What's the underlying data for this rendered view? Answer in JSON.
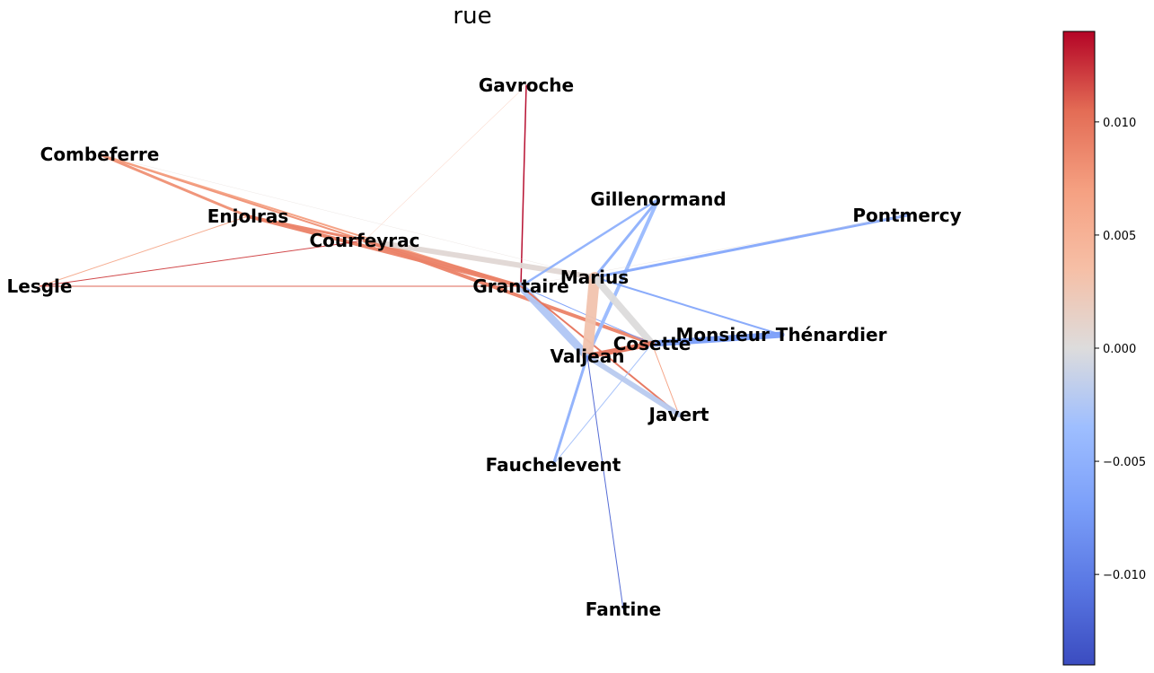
{
  "title": "rue",
  "colorbar": {
    "min": -0.014,
    "max": 0.014,
    "colormap": "coolwarm",
    "ticks": [
      {
        "value": 0.01,
        "label": "0.010"
      },
      {
        "value": 0.005,
        "label": "0.005"
      },
      {
        "value": 0.0,
        "label": "0.000"
      },
      {
        "value": -0.005,
        "label": "−0.005"
      },
      {
        "value": -0.01,
        "label": "−0.010"
      }
    ]
  },
  "nodes": [
    {
      "id": "Gavroche",
      "label": "Gavroche"
    },
    {
      "id": "Combeferre",
      "label": "Combeferre"
    },
    {
      "id": "Enjolras",
      "label": "Enjolras"
    },
    {
      "id": "Courfeyrac",
      "label": "Courfeyrac"
    },
    {
      "id": "Lesgle",
      "label": "Lesgle"
    },
    {
      "id": "Grantaire",
      "label": "Grantaire"
    },
    {
      "id": "Gillenormand",
      "label": "Gillenormand"
    },
    {
      "id": "Pontmercy",
      "label": "Pontmercy"
    },
    {
      "id": "Marius",
      "label": "Marius"
    },
    {
      "id": "MonsieurThenardier",
      "label": "Monsieur Thénardier"
    },
    {
      "id": "Cosette",
      "label": "Cosette"
    },
    {
      "id": "Valjean",
      "label": "Valjean"
    },
    {
      "id": "Javert",
      "label": "Javert"
    },
    {
      "id": "Fauchelevent",
      "label": "Fauchelevent"
    },
    {
      "id": "Fantine",
      "label": "Fantine"
    }
  ],
  "edges": [
    {
      "source": "Gavroche",
      "target": "Grantaire",
      "value": 0.014,
      "weight": 1.5
    },
    {
      "source": "Gavroche",
      "target": "Courfeyrac",
      "value": 0.007,
      "weight": 0.5
    },
    {
      "source": "Combeferre",
      "target": "Enjolras",
      "value": 0.008,
      "weight": 3.0
    },
    {
      "source": "Combeferre",
      "target": "Courfeyrac",
      "value": 0.008,
      "weight": 2.0
    },
    {
      "source": "Combeferre",
      "target": "Grantaire",
      "value": 0.007,
      "weight": 2.0
    },
    {
      "source": "Combeferre",
      "target": "Marius",
      "value": 0.0005,
      "weight": 0.5
    },
    {
      "source": "Enjolras",
      "target": "Courfeyrac",
      "value": 0.009,
      "weight": 3.0
    },
    {
      "source": "Enjolras",
      "target": "Grantaire",
      "value": 0.009,
      "weight": 4.0
    },
    {
      "source": "Enjolras",
      "target": "Lesgle",
      "value": 0.006,
      "weight": 1.0
    },
    {
      "source": "Courfeyrac",
      "target": "Lesgle",
      "value": 0.012,
      "weight": 1.0
    },
    {
      "source": "Courfeyrac",
      "target": "Grantaire",
      "value": 0.009,
      "weight": 4.0
    },
    {
      "source": "Courfeyrac",
      "target": "Marius",
      "value": 0.0005,
      "weight": 6.0
    },
    {
      "source": "Courfeyrac",
      "target": "Cosette",
      "value": 0.009,
      "weight": 4.0
    },
    {
      "source": "Lesgle",
      "target": "Grantaire",
      "value": 0.011,
      "weight": 1.0
    },
    {
      "source": "Grantaire",
      "target": "Valjean",
      "value": -0.0025,
      "weight": 9.0
    },
    {
      "source": "Grantaire",
      "target": "Gillenormand",
      "value": -0.005,
      "weight": 2.5
    },
    {
      "source": "Grantaire",
      "target": "Cosette",
      "value": -0.007,
      "weight": 1.0
    },
    {
      "source": "Grantaire",
      "target": "Javert",
      "value": 0.01,
      "weight": 2.0
    },
    {
      "source": "Gillenormand",
      "target": "Marius",
      "value": -0.005,
      "weight": 3.0
    },
    {
      "source": "Gillenormand",
      "target": "Valjean",
      "value": -0.004,
      "weight": 4.0
    },
    {
      "source": "Pontmercy",
      "target": "Marius",
      "value": -0.006,
      "weight": 3.0
    },
    {
      "source": "Pontmercy",
      "target": "Grantaire",
      "value": 0.0005,
      "weight": 0.5
    },
    {
      "source": "Marius",
      "target": "Valjean",
      "value": 0.003,
      "weight": 12.0
    },
    {
      "source": "Marius",
      "target": "MonsieurThenardier",
      "value": -0.006,
      "weight": 2.0
    },
    {
      "source": "Marius",
      "target": "Cosette",
      "value": 0.0,
      "weight": 8.0
    },
    {
      "source": "Cosette",
      "target": "MonsieurThenardier",
      "value": -0.007,
      "weight": 7.0
    },
    {
      "source": "Cosette",
      "target": "Valjean",
      "value": 0.01,
      "weight": 6.0
    },
    {
      "source": "Cosette",
      "target": "Javert",
      "value": 0.007,
      "weight": 1.0
    },
    {
      "source": "Cosette",
      "target": "Fauchelevent",
      "value": -0.003,
      "weight": 1.0
    },
    {
      "source": "Valjean",
      "target": "Javert",
      "value": -0.002,
      "weight": 6.0
    },
    {
      "source": "Valjean",
      "target": "Fauchelevent",
      "value": -0.005,
      "weight": 3.0
    },
    {
      "source": "Valjean",
      "target": "Fantine",
      "value": -0.012,
      "weight": 1.0
    }
  ]
}
